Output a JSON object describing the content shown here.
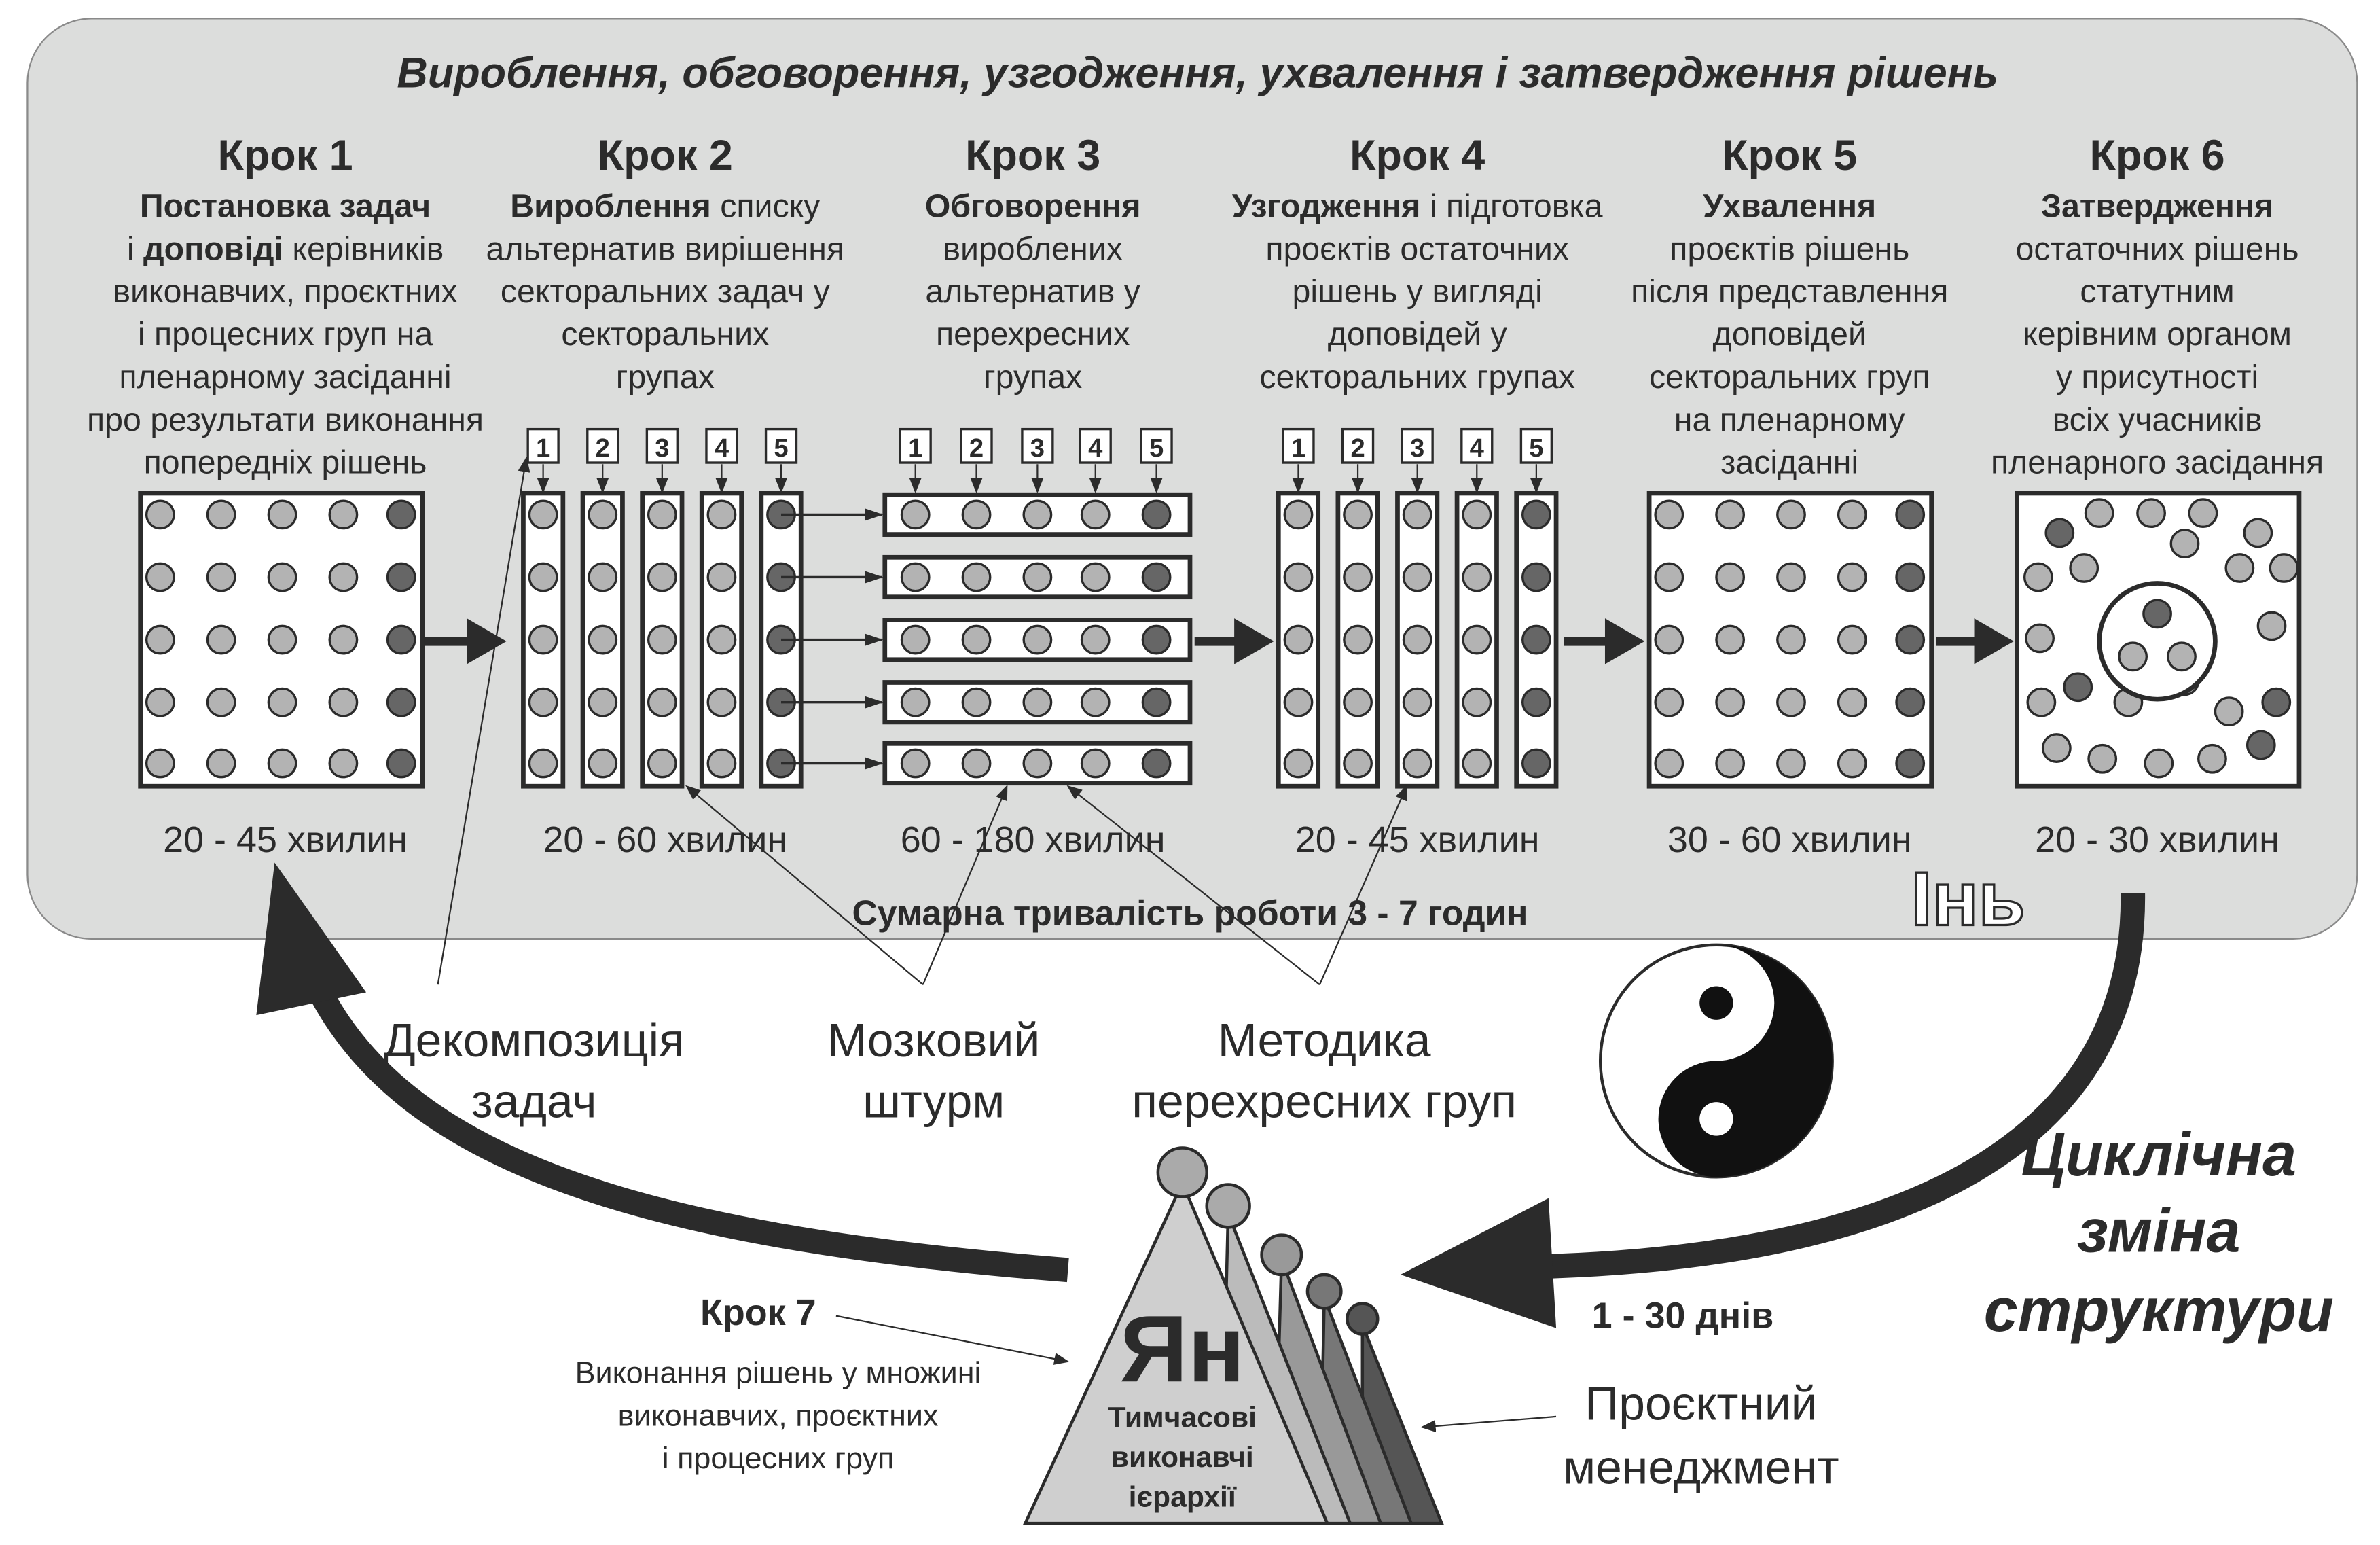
{
  "title": "Вироблення, обговорення, узгодження, ухвалення і затвердження рішень",
  "steps": [
    {
      "label": "Крок 1",
      "lines": [
        [
          {
            "t": "Постановка задач",
            "b": true
          }
        ],
        [
          {
            "t": "і ",
            "b": false
          },
          {
            "t": "доповіді",
            "b": true
          },
          {
            "t": " керівників",
            "b": false
          }
        ],
        [
          {
            "t": "виконавчих, проєктних",
            "b": false
          }
        ],
        [
          {
            "t": "і процесних груп на",
            "b": false
          }
        ],
        [
          {
            "t": "пленарному засіданні",
            "b": false
          }
        ],
        [
          {
            "t": "про результати виконання",
            "b": false
          }
        ],
        [
          {
            "t": "попередніх рішень",
            "b": false
          }
        ]
      ],
      "duration": "20 - 45 хвилин"
    },
    {
      "label": "Крок 2",
      "lines": [
        [
          {
            "t": "Вироблення",
            "b": true
          },
          {
            "t": " списку",
            "b": false
          }
        ],
        [
          {
            "t": "альтернатив вирішення",
            "b": false
          }
        ],
        [
          {
            "t": "секторальних задач у",
            "b": false
          }
        ],
        [
          {
            "t": "секторальних",
            "b": false
          }
        ],
        [
          {
            "t": "групах",
            "b": false
          }
        ]
      ],
      "duration": "20 - 60 хвилин"
    },
    {
      "label": "Крок 3",
      "lines": [
        [
          {
            "t": "Обговорення",
            "b": true
          }
        ],
        [
          {
            "t": "вироблених",
            "b": false
          }
        ],
        [
          {
            "t": "альтернатив у",
            "b": false
          }
        ],
        [
          {
            "t": "перехресних",
            "b": false
          }
        ],
        [
          {
            "t": "групах",
            "b": false
          }
        ]
      ],
      "duration": "60 - 180 хвилин"
    },
    {
      "label": "Крок 4",
      "lines": [
        [
          {
            "t": "Узгодження",
            "b": true
          },
          {
            "t": " і підготовка",
            "b": false
          }
        ],
        [
          {
            "t": "проєктів остаточних",
            "b": false
          }
        ],
        [
          {
            "t": "рішень у вигляді",
            "b": false
          }
        ],
        [
          {
            "t": "доповідей у",
            "b": false
          }
        ],
        [
          {
            "t": "секторальних групах",
            "b": false
          }
        ]
      ],
      "duration": "20 - 45 хвилин"
    },
    {
      "label": "Крок 5",
      "lines": [
        [
          {
            "t": "Ухвалення",
            "b": true
          }
        ],
        [
          {
            "t": "проєктів рішень",
            "b": false
          }
        ],
        [
          {
            "t": "після представлення",
            "b": false
          }
        ],
        [
          {
            "t": "доповідей",
            "b": false
          }
        ],
        [
          {
            "t": "секторальних груп",
            "b": false
          }
        ],
        [
          {
            "t": "на пленарному",
            "b": false
          }
        ],
        [
          {
            "t": "засіданні",
            "b": false
          }
        ]
      ],
      "duration": "30 - 60 хвилин"
    },
    {
      "label": "Крок 6",
      "lines": [
        [
          {
            "t": "Затвердження",
            "b": true
          }
        ],
        [
          {
            "t": "остаточних рішень",
            "b": false
          }
        ],
        [
          {
            "t": "статутним",
            "b": false
          }
        ],
        [
          {
            "t": "керівним органом",
            "b": false
          }
        ],
        [
          {
            "t": "у присутності",
            "b": false
          }
        ],
        [
          {
            "t": "всіх учасників",
            "b": false
          }
        ],
        [
          {
            "t": "пленарного засідання",
            "b": false
          }
        ]
      ],
      "duration": "20 - 30 хвилин"
    }
  ],
  "group_numbers": [
    "1",
    "2",
    "3",
    "4",
    "5"
  ],
  "total": "Сумарна тривалість роботи 3 - 7 годин",
  "yin": "Інь",
  "yang": "Ян",
  "methods": {
    "decomposition": [
      "Декомпозиція",
      "задач"
    ],
    "brainstorm": [
      "Мозковий",
      "штурм"
    ],
    "cross_groups": [
      "Методика",
      "перехресних груп"
    ]
  },
  "cycle": [
    "Циклічна",
    "зміна",
    "структури"
  ],
  "step7": {
    "label": "Крок 7",
    "lines": [
      "Виконання рішень у множині",
      "виконавчих, проєктних",
      "і процесних груп"
    ]
  },
  "days": "1 - 30 днів",
  "hierarchy": [
    "Тимчасові",
    "виконавчі",
    "ієрархії"
  ],
  "project_mgmt": [
    "Проєктний",
    "менеджмент"
  ],
  "colors": {
    "panel": "#dcdddc",
    "ink": "#2b2b2b",
    "light_member": "#b3b3b3",
    "dark_member": "#666666"
  }
}
